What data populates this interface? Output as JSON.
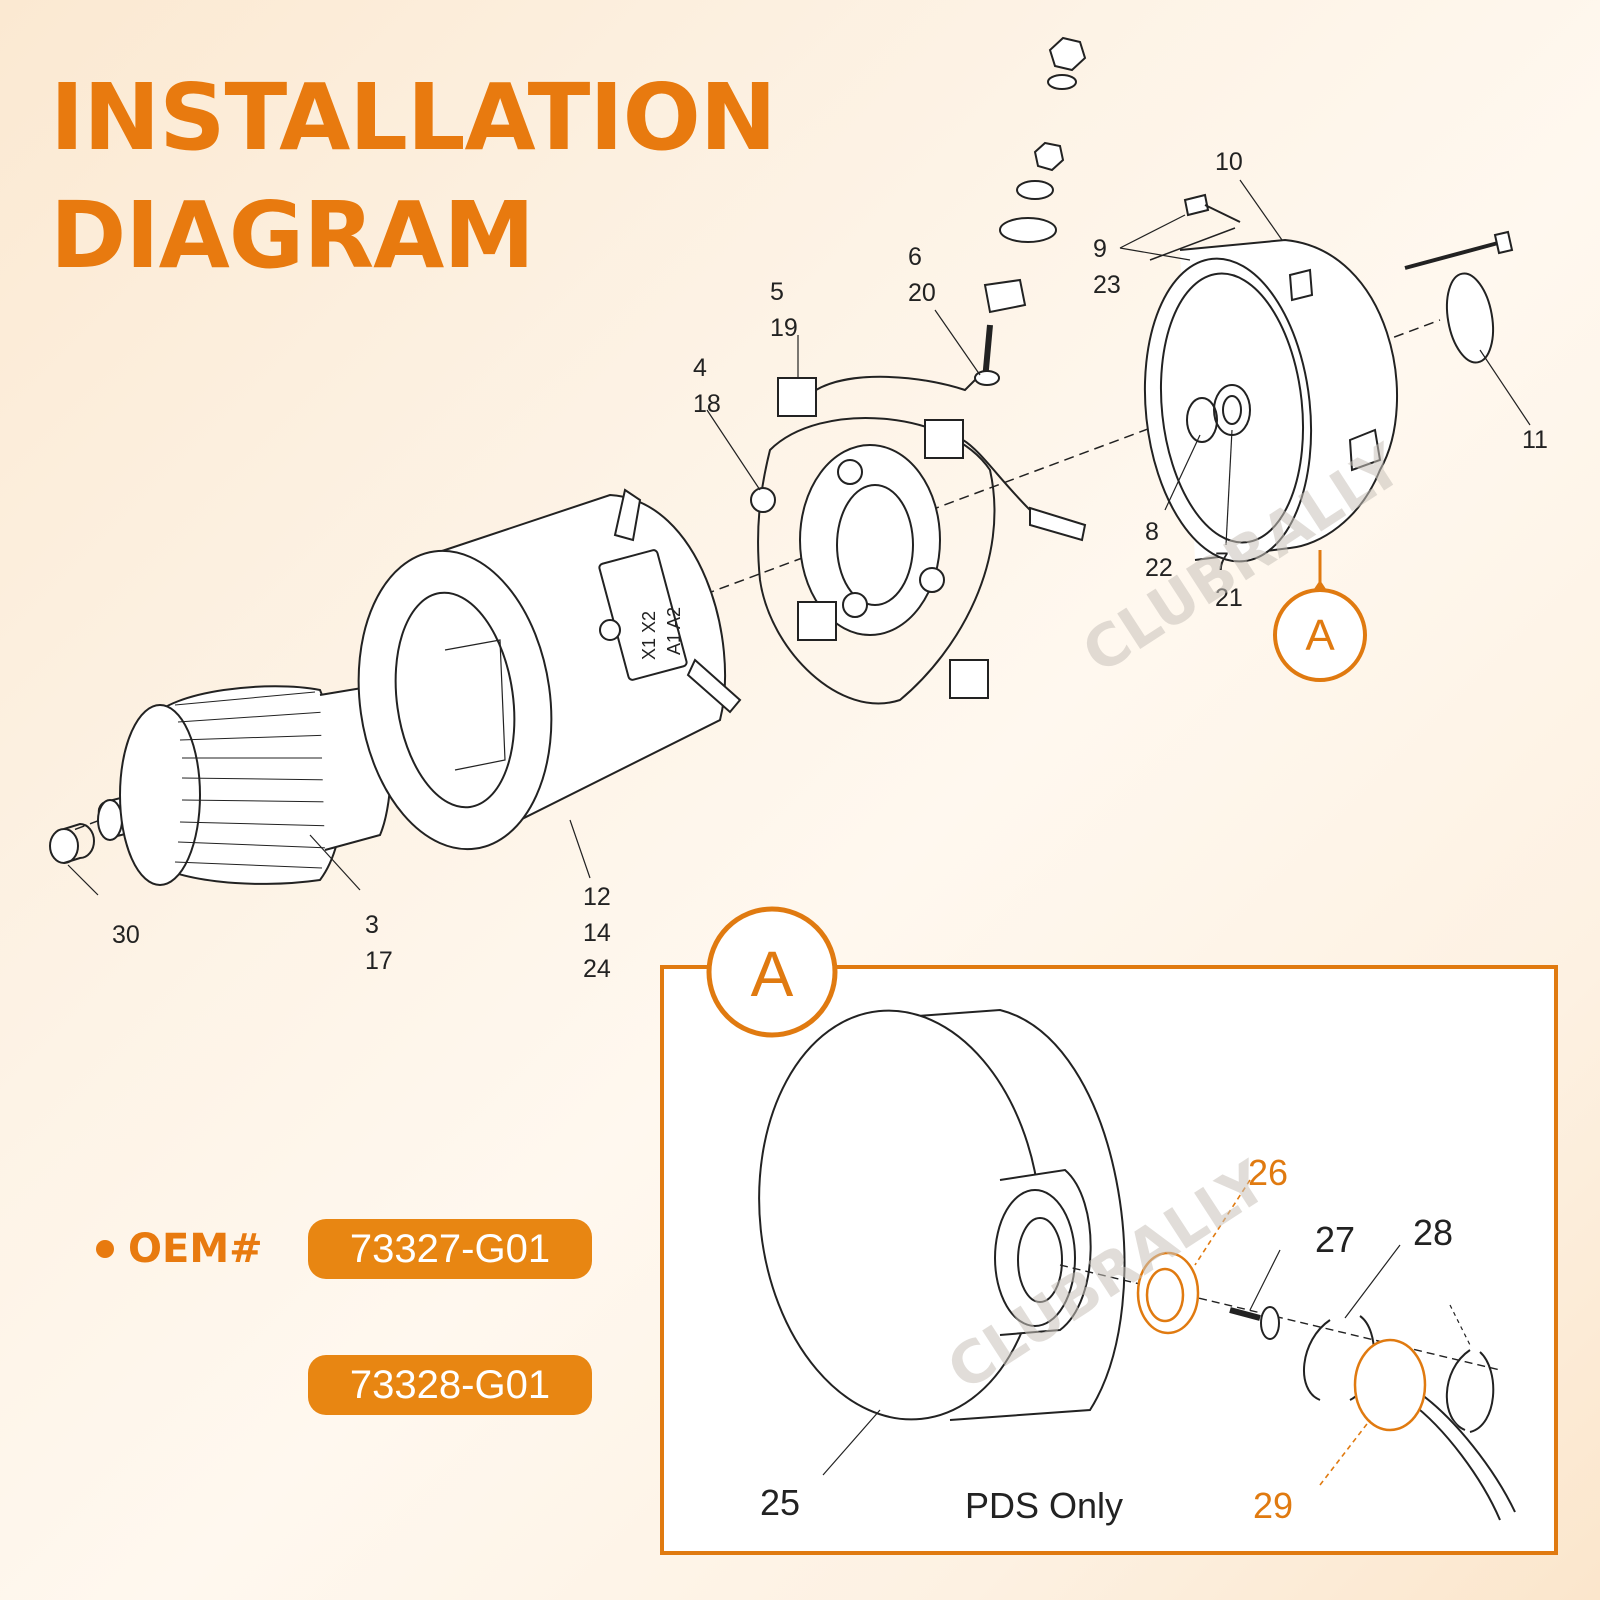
{
  "title": {
    "line1": "INSTALLATION",
    "line2": "DIAGRAM"
  },
  "callouts": {
    "n30": "30",
    "n3": "3",
    "n17": "17",
    "n12": "12",
    "n14": "14",
    "n24": "24",
    "n4": "4",
    "n18": "18",
    "n5": "5",
    "n19": "19",
    "n6": "6",
    "n20": "20",
    "n9": "9",
    "n23": "23",
    "n10": "10",
    "n11": "11",
    "n8": "8",
    "n22": "22",
    "n7": "7",
    "n21": "21"
  },
  "detail": {
    "marker": "A",
    "label25": "25",
    "label26": "26",
    "label27": "27",
    "label28": "28",
    "label29": "29",
    "caption": "PDS Only"
  },
  "terminal_plate": {
    "t1": "X1  X2",
    "t2": "A1  A2"
  },
  "watermark": "CLUBRALLY",
  "oem": {
    "label": "OEM#",
    "numbers": [
      "73327-G01",
      "73328-G01"
    ]
  },
  "colors": {
    "accent": "#e87a0f",
    "pill": "#e88612",
    "line": "#222222"
  }
}
